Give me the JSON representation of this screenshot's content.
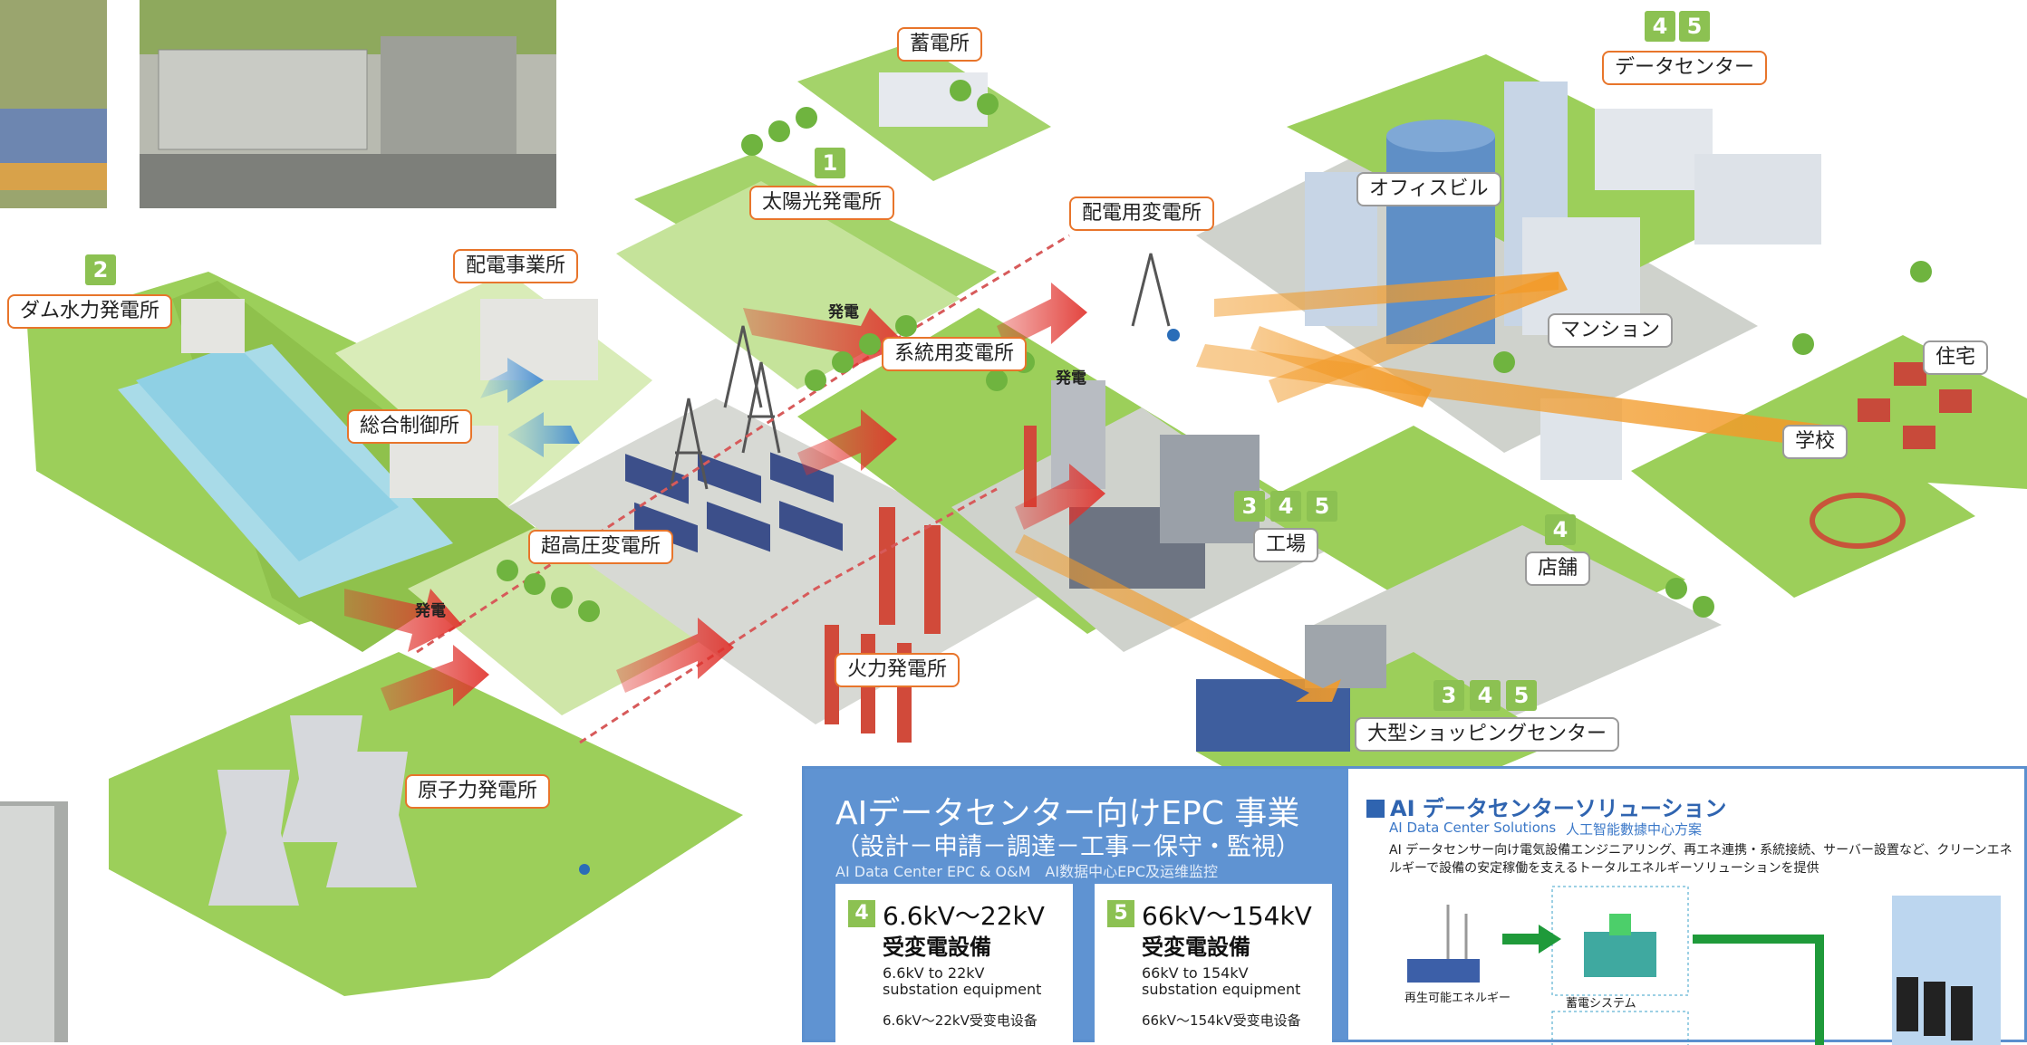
{
  "labels": {
    "chikudensho": "蓄電所",
    "datacenter": "データセンター",
    "office": "オフィスビル",
    "solar": "太陽光発電所",
    "haiden_hensho": "配電用変電所",
    "haiden_jigyosho": "配電事業所",
    "dam": "ダム水力発電所",
    "keito_hensho": "系統用変電所",
    "sogo": "総合制御所",
    "mansion": "マンション",
    "jutaku": "住宅",
    "gakko": "学校",
    "kojo": "工場",
    "tenpo": "店舗",
    "chokoatsu": "超高圧変電所",
    "karyoku": "火力発電所",
    "shopping": "大型ショッピングセンター",
    "genshiryoku": "原子力発電所",
    "hatsuden_1": "発電",
    "hatsuden_2": "発電",
    "hatsuden_3": "発電"
  },
  "badges": {
    "solar": "1",
    "dam": "2",
    "datacenter": [
      "4",
      "5"
    ],
    "factory": [
      "3",
      "4",
      "5"
    ],
    "store": "4",
    "shopping": [
      "3",
      "4",
      "5"
    ]
  },
  "epc": {
    "title": "AIデータセンター向けEPC 事業",
    "subtitle": "（設計－申請－調達－工事－保守・監視）",
    "subtitle_en": "AI Data Center EPC & O&M　AI数据中心EPC及运维监控",
    "card4": {
      "num": "4",
      "kv": "6.6kV～22kV",
      "jp": "受変電設備",
      "en": "6.6kV to 22kV substation equipment",
      "cn": "6.6kV～22kV受变电设备"
    },
    "card5": {
      "num": "5",
      "kv": "66kV～154kV",
      "jp": "受変電設備",
      "en": "66kV to 154kV substation equipment",
      "cn": "66kV～154kV受变电设备"
    }
  },
  "solution": {
    "title": "AI データセンターソリューション",
    "sub_en": "AI Data Center Solutions",
    "sub_cn": "人工智能數據中心方案",
    "description": "AI データセンサー向け電気設備エンジニアリング、再エネ連携・系統接続、サーバー設置など、クリーンエネルギーで設備の安定稼働を支えるトータルエネルギーソリューションを提供",
    "renewable": "再生可能エネルギー",
    "storage": "蓄電システム"
  },
  "colors": {
    "accent_orange": "#e8752b",
    "badge_green": "#8cc152",
    "panel_blue": "#5f93d2",
    "title_blue": "#2f64b0"
  }
}
